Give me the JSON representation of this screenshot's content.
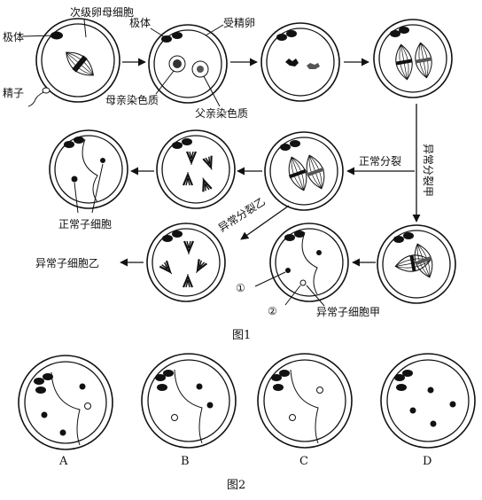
{
  "figure1": {
    "caption": "图1",
    "labels": {
      "secondary_oocyte": "次级卵母细胞",
      "polar_body_1": "极体",
      "sperm": "精子",
      "polar_body_2": "极体",
      "fertilized_egg": "受精卵",
      "maternal_chromatin": "母亲染色质",
      "paternal_chromatin": "父亲染色质",
      "normal_division": "正常分裂",
      "abnormal_division_a": "异常分裂甲",
      "abnormal_division_b": "异常分裂乙",
      "normal_daughter_cells": "正常子细胞",
      "abnormal_daughter_a": "异常子细胞甲",
      "abnormal_daughter_b": "异常子细胞乙",
      "marker_1": "①",
      "marker_2": "②"
    }
  },
  "figure2": {
    "caption": "图2",
    "options": [
      "A",
      "B",
      "C",
      "D"
    ]
  }
}
